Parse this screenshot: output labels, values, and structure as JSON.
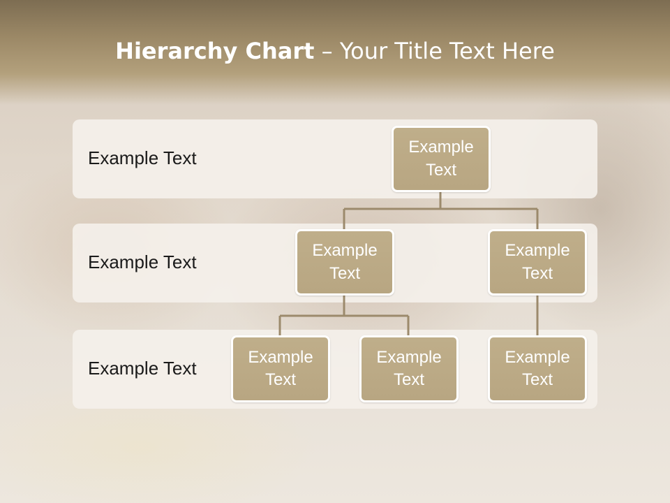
{
  "title": {
    "bold": "Hierarchy Chart",
    "separator": " – ",
    "rest": "Your Title Text Here"
  },
  "levels": [
    {
      "label": "Example Text"
    },
    {
      "label": "Example Text"
    },
    {
      "label": "Example Text"
    }
  ],
  "nodes": {
    "root": {
      "line1": "Example",
      "line2": "Text"
    },
    "mid_left": {
      "line1": "Example",
      "line2": "Text"
    },
    "mid_right": {
      "line1": "Example",
      "line2": "Text"
    },
    "leaf_1": {
      "line1": "Example",
      "line2": "Text"
    },
    "leaf_2": {
      "line1": "Example",
      "line2": "Text"
    },
    "leaf_3": {
      "line1": "Example",
      "line2": "Text"
    }
  },
  "colors": {
    "node_fill": "#bcab87",
    "connector": "#9c8a6c",
    "band": "#f4f0ea",
    "title_band": "#9b8866"
  }
}
